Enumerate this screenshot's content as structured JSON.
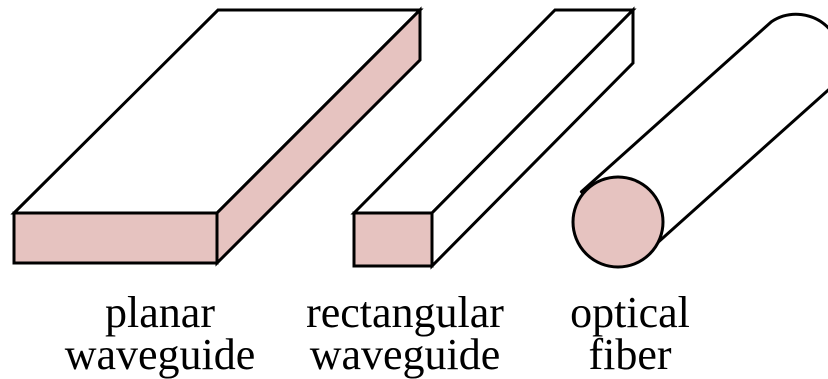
{
  "colors": {
    "core": "#e6c3c0",
    "stroke": "#000000",
    "background": "#ffffff"
  },
  "waveguides": [
    {
      "id": "planar",
      "line1": "planar",
      "line2": "waveguide"
    },
    {
      "id": "rectangular",
      "line1": "rectangular",
      "line2": "waveguide"
    },
    {
      "id": "fiber",
      "line1": "optical",
      "line2": "fiber"
    }
  ]
}
